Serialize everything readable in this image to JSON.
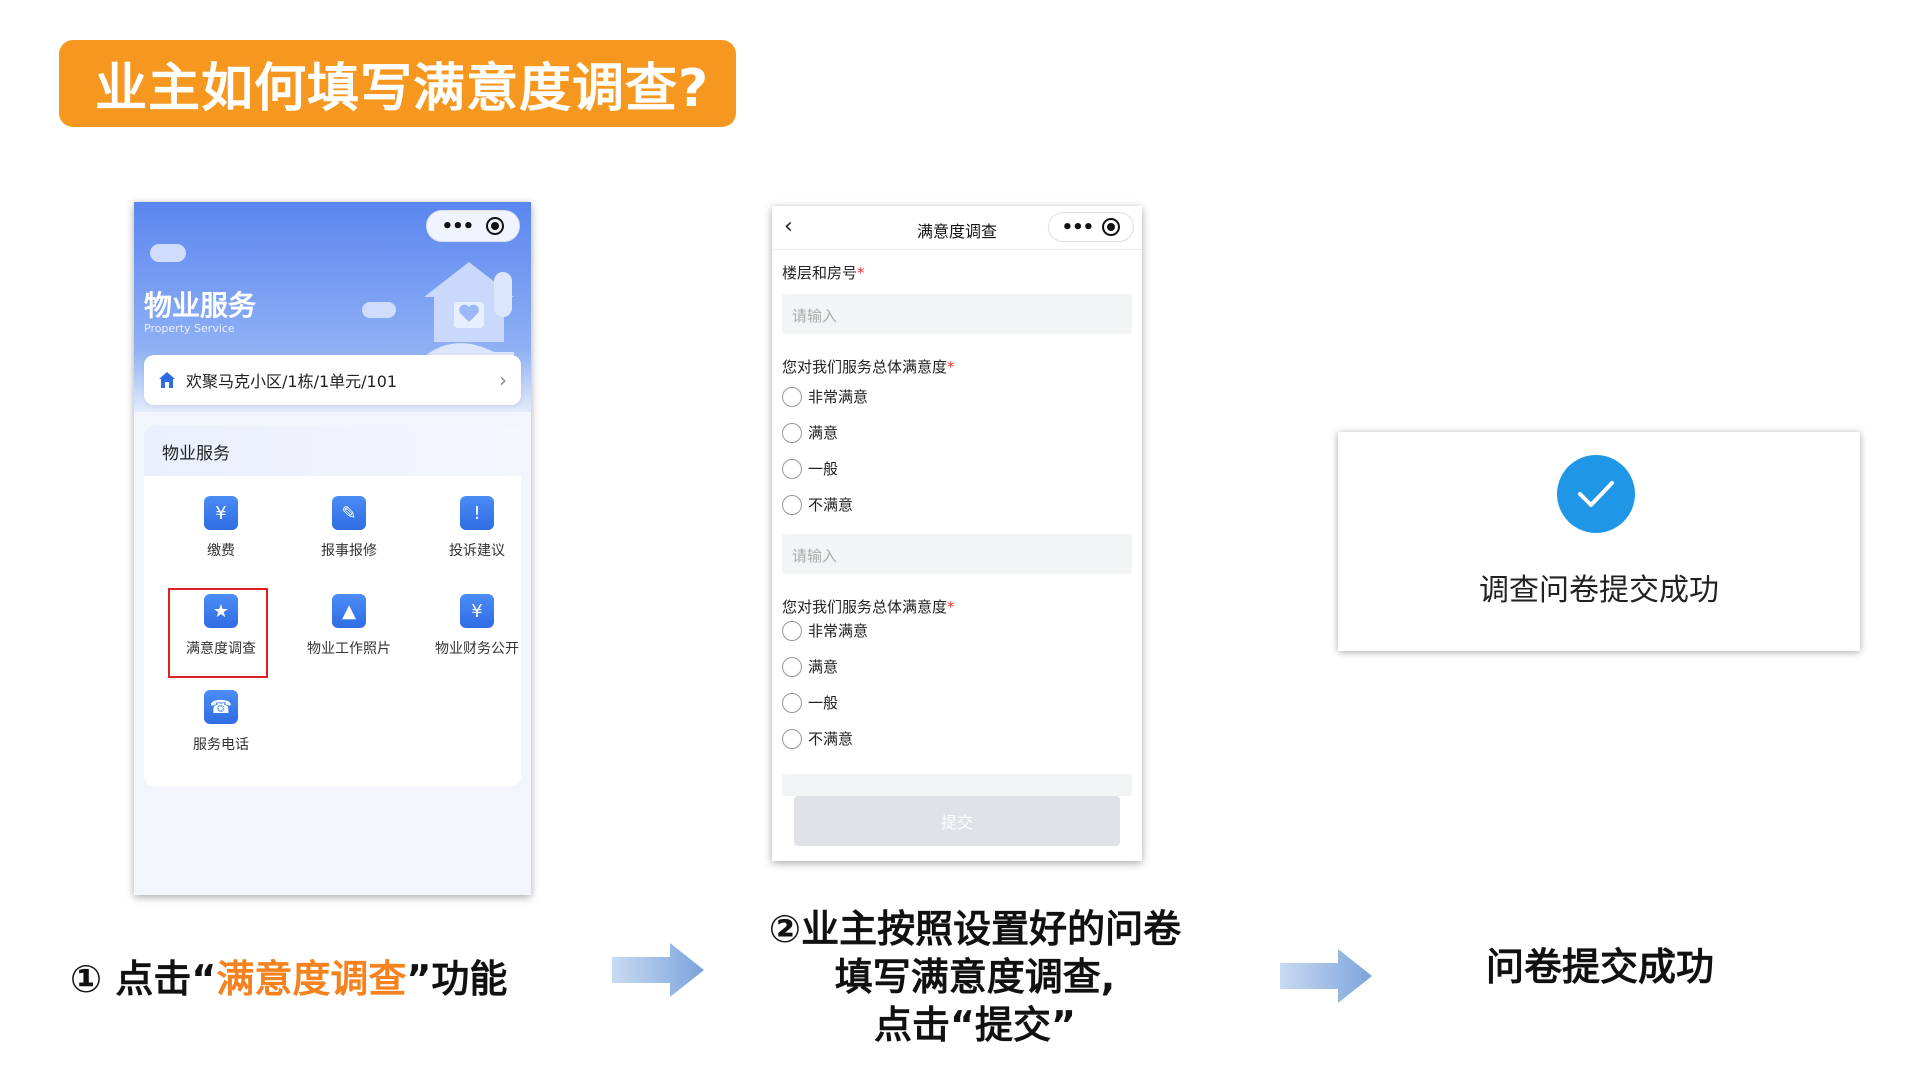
{
  "title": "业主如何填写满意度调查?",
  "phone1": {
    "brand_cn": "物业服务",
    "brand_en": "Property Service",
    "address": "欢聚马克小区/1栋/1单元/101",
    "services_header": "物业服务",
    "services": [
      {
        "label": "缴费",
        "icon": "payment-icon",
        "glyph": "¥"
      },
      {
        "label": "报事报修",
        "icon": "wrench-icon",
        "glyph": "✎"
      },
      {
        "label": "投诉建议",
        "icon": "complaint-icon",
        "glyph": "!"
      },
      {
        "label": "满意度调查",
        "icon": "survey-star-icon",
        "glyph": "★"
      },
      {
        "label": "物业工作照片",
        "icon": "photo-icon",
        "glyph": "▲"
      },
      {
        "label": "物业财务公开",
        "icon": "finance-icon",
        "glyph": "¥"
      },
      {
        "label": "服务电话",
        "icon": "phone-icon",
        "glyph": "☎"
      }
    ]
  },
  "phone2": {
    "nav_title": "满意度调查",
    "field1_label": "楼层和房号",
    "placeholder": "请输入",
    "q1_label": "您对我们服务总体满意度",
    "q2_label": "您对我们服务总体满意度",
    "options": [
      "非常满意",
      "满意",
      "一般",
      "不满意"
    ],
    "submit_label": "提交"
  },
  "success": {
    "message": "调查问卷提交成功"
  },
  "captions": {
    "step1_prefix": "① 点击“",
    "step1_highlight": "满意度调查",
    "step1_suffix": "”功能",
    "step2_line1": "②业主按照设置好的问卷",
    "step2_line2": "填写满意度调查,",
    "step2_line3": "点击“提交”",
    "step3": "问卷提交成功"
  },
  "colors": {
    "banner": "#f6971f",
    "highlight_text": "#f5821f",
    "arrow": "#8fb3e3",
    "check": "#1f96e6"
  }
}
